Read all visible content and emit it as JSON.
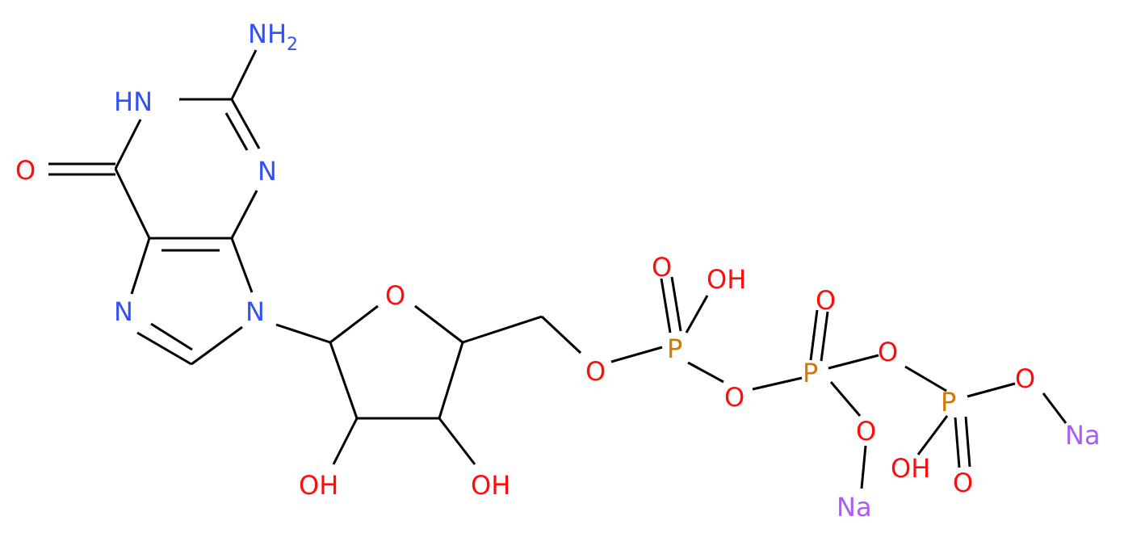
{
  "molecule": {
    "colors": {
      "N": "#3050F8",
      "O": "#FF0D0D",
      "P": "#D07A00",
      "Na": "#AB5CF2",
      "bond": "#000000"
    },
    "atoms": {
      "amine": {
        "main": "NH",
        "sub": "2",
        "element": "N"
      },
      "n1": {
        "text": "HN",
        "element": "N"
      },
      "n3": {
        "text": "N",
        "element": "N"
      },
      "n7": {
        "text": "N",
        "element": "N"
      },
      "n9": {
        "text": "N",
        "element": "N"
      },
      "o6": {
        "text": "O",
        "element": "O"
      },
      "ring_o": {
        "text": "O",
        "element": "O"
      },
      "oh_2": {
        "text": "OH",
        "element": "O"
      },
      "oh_3": {
        "text": "OH",
        "element": "O"
      },
      "o5": {
        "text": "O",
        "element": "O"
      },
      "p_alpha": {
        "text": "P",
        "element": "P"
      },
      "o_alpha_dbl": {
        "text": "O",
        "element": "O"
      },
      "oh_alpha": {
        "text": "OH",
        "element": "O"
      },
      "o_bridge_1": {
        "text": "O",
        "element": "O"
      },
      "p_beta": {
        "text": "P",
        "element": "P"
      },
      "o_beta_dbl": {
        "text": "O",
        "element": "O"
      },
      "o_beta_na": {
        "text": "O",
        "element": "O"
      },
      "na_beta": {
        "text": "Na",
        "element": "Na"
      },
      "o_bridge_2": {
        "text": "O",
        "element": "O"
      },
      "p_gamma": {
        "text": "P",
        "element": "P"
      },
      "o_gamma_na": {
        "text": "O",
        "element": "O"
      },
      "na_gamma": {
        "text": "Na",
        "element": "Na"
      },
      "oh_gamma": {
        "text": "OH",
        "element": "O"
      },
      "o_gamma_dbl": {
        "text": "O",
        "element": "O"
      }
    }
  }
}
